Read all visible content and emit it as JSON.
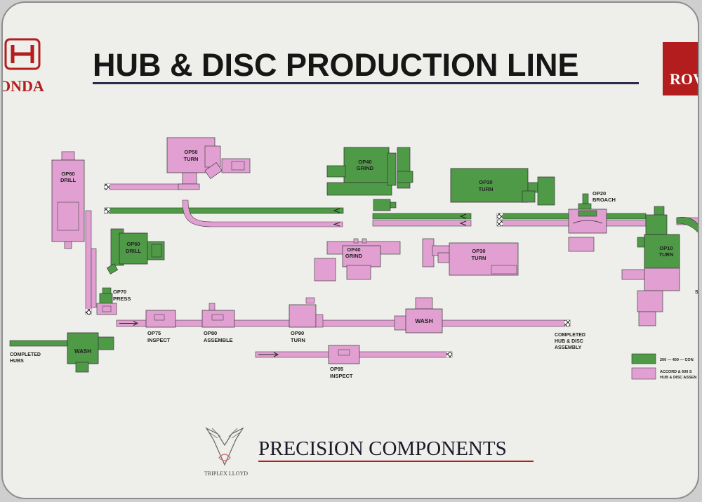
{
  "header": {
    "title": "HUB & DISC PRODUCTION LINE",
    "left_logo_text": "ONDA",
    "right_logo_text": "ROV"
  },
  "colors": {
    "pink": "#e2a0d2",
    "green": "#4f9a47",
    "red": "#b31d1d",
    "ink": "#1a1a1a",
    "board": "#eeeeea"
  },
  "stations": {
    "op60_drill_a": {
      "code": "OP60",
      "name": "DRILL"
    },
    "op50_turn": {
      "code": "OP50",
      "name": "TURN"
    },
    "op40_grind_a": {
      "code": "OP40",
      "name": "GRIND"
    },
    "op30_turn_a": {
      "code": "OP30",
      "name": "TURN"
    },
    "op20_broach": {
      "code": "OP20",
      "name": "BROACH"
    },
    "op10_turn": {
      "code": "OP10",
      "name": "TURN"
    },
    "op60_drill_b": {
      "code": "OP60",
      "name": "DRILL"
    },
    "op40_grind_b": {
      "code": "OP40",
      "name": "GRIND"
    },
    "op30_turn_b": {
      "code": "OP30",
      "name": "TURN"
    },
    "op70_press": {
      "code": "OP70",
      "name": "PRESS"
    },
    "op75_inspect": {
      "code": "OP75",
      "name": "INSPECT"
    },
    "op80_assemble": {
      "code": "OP80",
      "name": "ASSEMBLE"
    },
    "op90_turn": {
      "code": "OP90",
      "name": "TURN"
    },
    "op95_inspect": {
      "code": "OP95",
      "name": "INSPECT"
    },
    "wash_a": {
      "name": "WASH"
    },
    "wash_b": {
      "name": "WASH"
    }
  },
  "labels": {
    "completed_assembly": [
      "COMPLETED",
      "HUB & DISC",
      "ASSEMBLY"
    ],
    "completed_hubs": [
      "COMPLETED",
      "HUBS"
    ],
    "edge_letter": "S"
  },
  "legend": {
    "green_text": "200 — 400 — CON",
    "pink_text": [
      "ACCORD & 600 S",
      "HUB & DISC ASSEN"
    ]
  },
  "footer": {
    "brand": "PRECISION COMPONENTS",
    "sub_brand": "TRIPLEX LLOYD"
  }
}
